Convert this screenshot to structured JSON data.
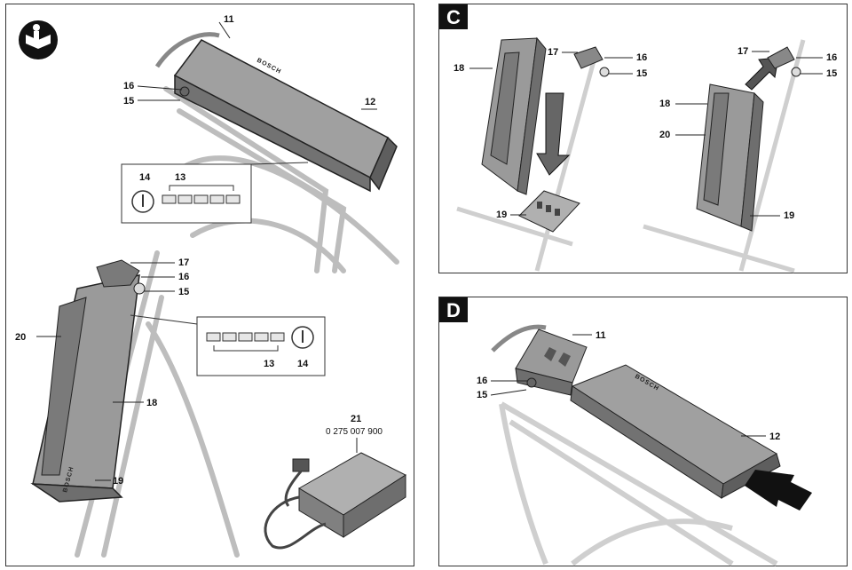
{
  "manual_icon": "read-manual-icon",
  "left_panel": {
    "callouts_top": [
      "11",
      "12",
      "15",
      "16",
      "13",
      "14"
    ],
    "callouts_bottom": [
      "17",
      "16",
      "15",
      "20",
      "13",
      "14",
      "18",
      "19"
    ],
    "charger": {
      "label": "21",
      "part_number": "0 275 007 900"
    },
    "brand": "BOSCH"
  },
  "panel_c": {
    "letter": "C",
    "callouts_a": [
      "17",
      "16",
      "15",
      "18",
      "19"
    ],
    "callouts_b": [
      "17",
      "16",
      "15",
      "18",
      "20",
      "19"
    ]
  },
  "panel_d": {
    "letter": "D",
    "callouts": [
      "11",
      "16",
      "15",
      "12"
    ]
  },
  "colors": {
    "line": "#222222",
    "battery": "#9a9a9a",
    "battery_dark": "#6e6e6e",
    "frame": "#cfcfcf"
  }
}
